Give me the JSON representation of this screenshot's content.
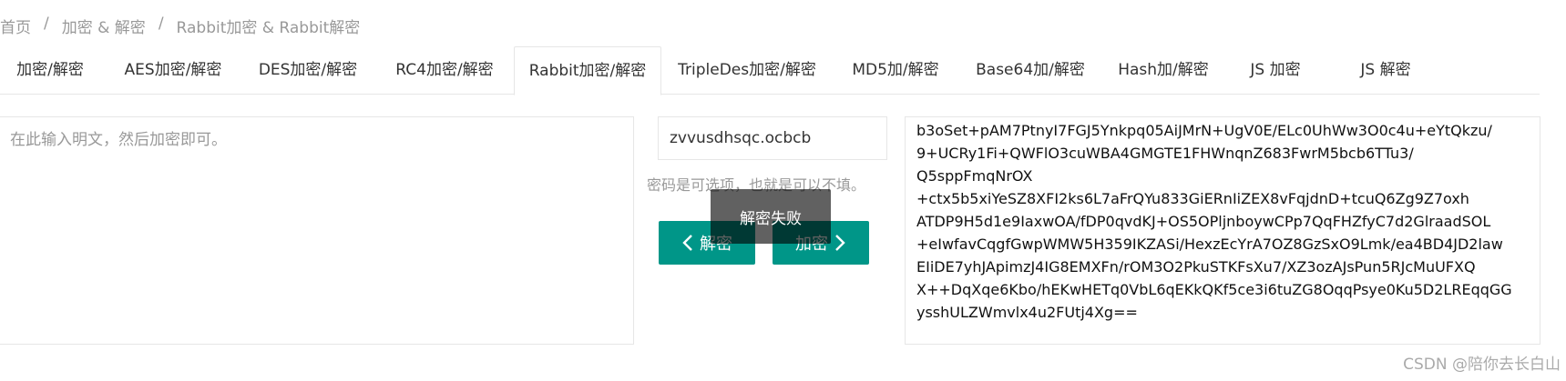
{
  "breadcrumb": [
    "首页",
    "加密 & 解密",
    "Rabbit加密 & Rabbit解密"
  ],
  "breadcrumb_separator": "/",
  "tabs": [
    {
      "label": "加密/解密"
    },
    {
      "label": "AES加密/解密"
    },
    {
      "label": "DES加密/解密"
    },
    {
      "label": "RC4加密/解密"
    },
    {
      "label": "Rabbit加密/解密",
      "active": true
    },
    {
      "label": "TripleDes加密/解密"
    },
    {
      "label": "MD5加/解密"
    },
    {
      "label": "Base64加/解密"
    },
    {
      "label": "Hash加/解密"
    },
    {
      "label": "JS 加密"
    },
    {
      "label": "JS 解密"
    }
  ],
  "plain_input": {
    "placeholder": "在此输入明文，然后加密即可。",
    "value": ""
  },
  "key_input": {
    "value": "zvvusdhsqc.ocbcb"
  },
  "key_hint": "密码是可选项，也就是可以不填。",
  "buttons": {
    "decrypt_label": "解密",
    "encrypt_label": "加密"
  },
  "toast": "解密失败",
  "cipher_lines": [
    "b3oSet+pAM7PtnyI7FGJ5Ynkpq05AiJMrN+UgV0E/ELc0UhWw3O0c4u+eYtQkzu/",
    "9+UCRy1Fi+QWFlO3cuWBA4GMGTE1FHWnqnZ683FwrM5bcb6TTu3/",
    "Q5sppFmqNrOX",
    "+ctx5b5xiYeSZ8XFI2ks6L7aFrQYu833GiERnIiZEX8vFqjdnD+tcuQ6Zg9Z7oxh",
    "ATDP9H5d1e9IaxwOA/fDP0qvdKJ+OS5OPljnboywCPp7QqFHZfyC7d2GlraadSOL",
    "+eIwfavCqgfGwpWMW5H359IKZASi/HexzEcYrA7OZ8GzSxO9Lmk/ea4BD4JD2law",
    "EIiDE7yhJApimzJ4IG8EMXFn/rOM3O2PkuSTKFsXu7/XZ3ozAJsPun5RJcMuUFXQ",
    "X++DqXqe6Kbo/hEKwHETq0VbL6qEKkQKf5ce3i6tuZG8OqqPsye0Ku5D2LREqqGG",
    "ysshULZWmvlx4u2FUtj4Xg=="
  ],
  "watermark": "CSDN @陪你去长白山"
}
